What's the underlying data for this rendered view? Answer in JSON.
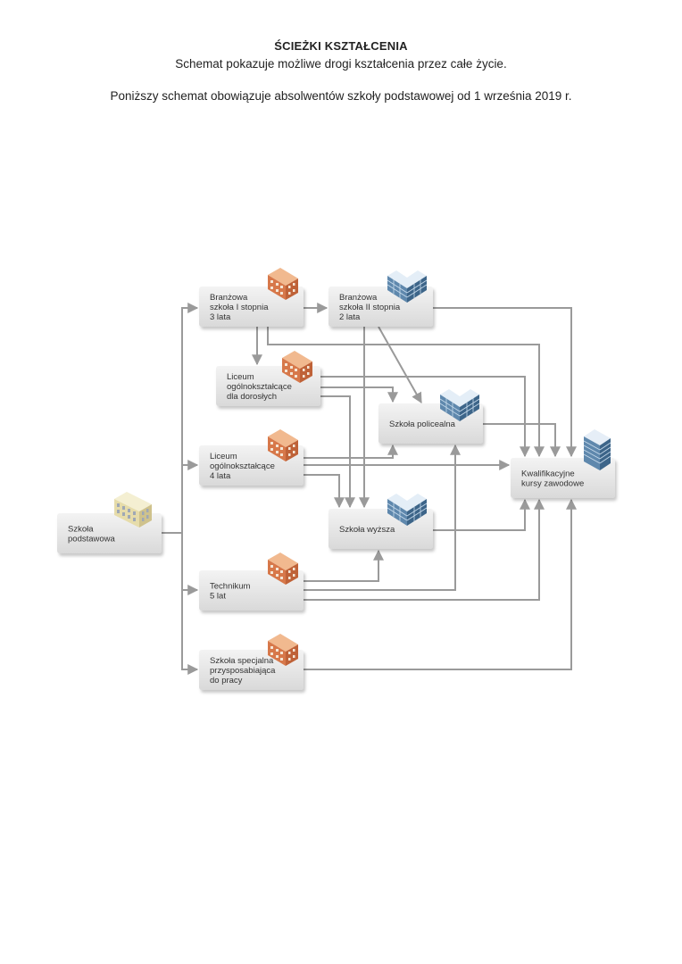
{
  "header": {
    "title": "ŚCIEŻKI KSZTAŁCENIA",
    "subtitle": "Schemat pokazuje możliwe drogi kształcenia przez całe życie.",
    "note": "Poniższy schemat obowiązuje absolwentów szkoły podstawowej od 1 września 2019 r."
  },
  "nodes": [
    {
      "id": "podstawowa",
      "lines": [
        "Szkoła",
        "podstawowa"
      ],
      "icon": "classic-school-building-icon"
    },
    {
      "id": "branzowa1",
      "lines": [
        "Branżowa",
        "szkoła I stopnia",
        "3 lata"
      ],
      "icon": "brick-school-building-icon"
    },
    {
      "id": "branzowa2",
      "lines": [
        "Branżowa",
        "szkoła II stopnia",
        "2 lata"
      ],
      "icon": "modern-glass-building-icon"
    },
    {
      "id": "lo_dorosli",
      "lines": [
        "Liceum",
        "ogólnokształcące",
        "dla dorosłych"
      ],
      "icon": "brick-school-building-icon"
    },
    {
      "id": "policealna",
      "lines": [
        "Szkoła policealna"
      ],
      "icon": "modern-glass-building-icon"
    },
    {
      "id": "lo4",
      "lines": [
        "Liceum",
        "ogólnokształcące",
        "4 lata"
      ],
      "icon": "brick-school-building-icon"
    },
    {
      "id": "kwalifikacyjne",
      "lines": [
        "Kwalifikacyjne",
        "kursy zawodowe"
      ],
      "icon": "office-tower-icon"
    },
    {
      "id": "wyzsza",
      "lines": [
        "Szkoła wyższa"
      ],
      "icon": "modern-glass-building-icon"
    },
    {
      "id": "technikum",
      "lines": [
        "Technikum",
        "5 lat"
      ],
      "icon": "brick-school-building-icon"
    },
    {
      "id": "specjalna",
      "lines": [
        "Szkoła specjalna",
        "przysposabiająca",
        "do pracy"
      ],
      "icon": "brick-school-building-icon"
    }
  ],
  "edges": [
    {
      "from": "podstawowa",
      "to": "branzowa1"
    },
    {
      "from": "podstawowa",
      "to": "lo4"
    },
    {
      "from": "podstawowa",
      "to": "technikum"
    },
    {
      "from": "podstawowa",
      "to": "specjalna"
    },
    {
      "from": "branzowa1",
      "to": "branzowa2"
    },
    {
      "from": "branzowa1",
      "to": "lo_dorosli"
    },
    {
      "from": "branzowa1",
      "to": "kwalifikacyjne"
    },
    {
      "from": "branzowa2",
      "to": "kwalifikacyjne"
    },
    {
      "from": "branzowa2",
      "to": "policealna"
    },
    {
      "from": "branzowa2",
      "to": "wyzsza"
    },
    {
      "from": "lo_dorosli",
      "to": "policealna"
    },
    {
      "from": "lo_dorosli",
      "to": "wyzsza"
    },
    {
      "from": "lo_dorosli",
      "to": "kwalifikacyjne"
    },
    {
      "from": "policealna",
      "to": "kwalifikacyjne"
    },
    {
      "from": "lo4",
      "to": "policealna"
    },
    {
      "from": "lo4",
      "to": "kwalifikacyjne"
    },
    {
      "from": "lo4",
      "to": "wyzsza"
    },
    {
      "from": "wyzsza",
      "to": "kwalifikacyjne"
    },
    {
      "from": "technikum",
      "to": "wyzsza"
    },
    {
      "from": "technikum",
      "to": "policealna"
    },
    {
      "from": "technikum",
      "to": "kwalifikacyjne"
    },
    {
      "from": "specjalna",
      "to": "kwalifikacyjne"
    }
  ]
}
